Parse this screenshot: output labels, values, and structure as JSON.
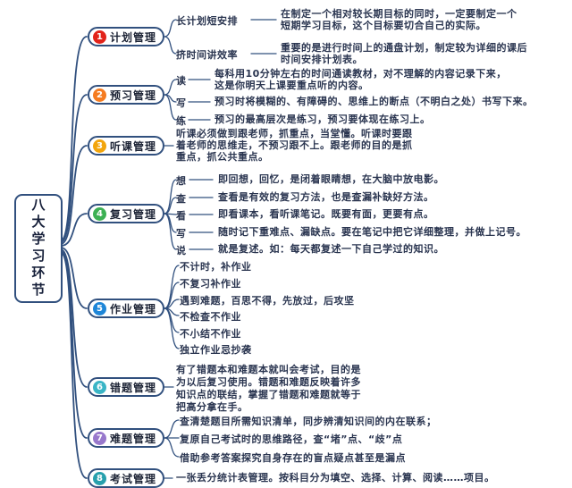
{
  "root": {
    "title": "八大学习环节"
  },
  "colors": {
    "line": "#31507e",
    "node_border": "#31507e"
  },
  "branches": [
    {
      "num": "1",
      "label": "计划管理",
      "color": "#e2231a",
      "children": [
        {
          "label": "长计划短安排",
          "desc": "在制定一个相对较长期目标的同时，一定要制定一个\n短期学习目标，这个目标要切合自己的实际。"
        },
        {
          "label": "挤时间讲效率",
          "desc": "重要的是进行时间上的通盘计划，制定较为详细的课后\n时间安排计划表。"
        }
      ]
    },
    {
      "num": "2",
      "label": "预习管理",
      "color": "#f57b20",
      "children": [
        {
          "label": "读",
          "desc": "每科用10分钟左右的时间通读教材，对不理解的内容记录下来，\n这是你明天上课要重点听的内容。"
        },
        {
          "label": "写",
          "desc": "预习时将模糊的、有障碍的、思维上的断点（不明白之处）书写下来。"
        },
        {
          "label": "练",
          "desc": "预习的最高层次是练习，预习要体现在练习上。"
        }
      ]
    },
    {
      "num": "3",
      "label": "听课管理",
      "color": "#f2a50c",
      "desc": "听课必须做到跟老师，抓重点，当堂懂。听课时要跟\n着老师的思维走，不预习跟不上。跟老师的目的是抓\n重点，抓公共重点。"
    },
    {
      "num": "4",
      "label": "复习管理",
      "color": "#3db054",
      "children": [
        {
          "label": "想",
          "desc": "即回想，回忆，是闭着眼睛想，在大脑中放电影。"
        },
        {
          "label": "查",
          "desc": "查看是有效的复习方法，也是查漏补缺好方法。"
        },
        {
          "label": "看",
          "desc": "即看课本，看听课笔记。既要有面，更要有点。"
        },
        {
          "label": "写",
          "desc": "随时记下重难点、漏缺点。要在笔记中把它详细整理，并做上记号。"
        },
        {
          "label": "说",
          "desc": "就是复述。如：每天都复述一下自己学过的知识。"
        }
      ]
    },
    {
      "num": "5",
      "label": "作业管理",
      "color": "#1e86d8",
      "items": [
        "不计时，补作业",
        "不复习补作业",
        "遇到难题，百思不得，先放过，后攻坚",
        "不检查不作业",
        "不小结不作业",
        "独立作业忌抄袭"
      ]
    },
    {
      "num": "6",
      "label": "错题管理",
      "color": "#3ab5c6",
      "desc": "有了错题本和难题本就叫会考试，目的是\n为以后复习使用。错题和难题反映着许多\n知识点的联结，掌握了错题和难题就等于\n把高分拿在手。"
    },
    {
      "num": "7",
      "label": "难题管理",
      "color": "#9878cc",
      "items": [
        "查清楚题目所需知识清单，同步辨清知识间的内在联系；",
        "复原自己考试时的思维路径，查“堵”点、“歧”点",
        "借助参考答案探究自身存在的盲点疑点甚至是漏点"
      ]
    },
    {
      "num": "8",
      "label": "考试管理",
      "color": "#27a0ad",
      "desc": "一张丢分统计表管理。按科目分为填空、选择、计算、阅读……项目。"
    }
  ]
}
